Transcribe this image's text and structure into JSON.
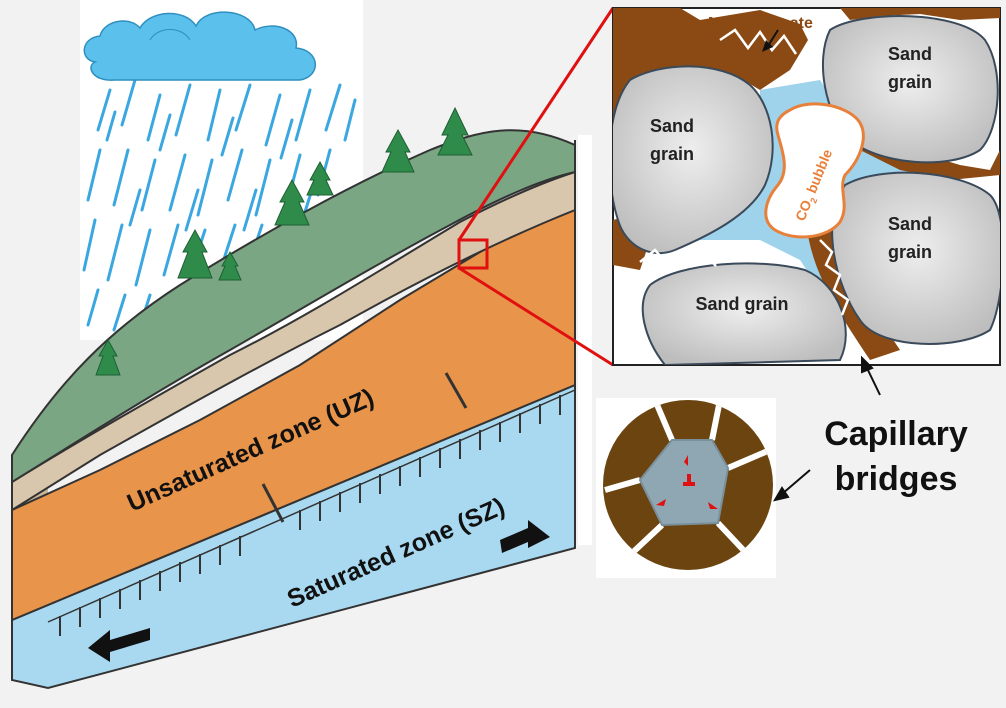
{
  "colors": {
    "background": "#f2f2f2",
    "rain": "#3ba7e0",
    "cloud": "#5bc0ec",
    "vegetation_layer": "#7aa684",
    "soil_layer": "#d8c7ad",
    "unsaturated_zone": "#e8944a",
    "saturated_zone": "#a9d9f0",
    "tree": "#2e8b4a",
    "mg_carbonate": "#8b4a14",
    "pore_water": "#9fd3ec",
    "sand_grain": "#d4d4d4",
    "co2_bubble_outline": "#e8803a",
    "highlight_box": "#e01010"
  },
  "labels": {
    "unsaturated_zone": "Unsaturated zone (UZ)",
    "saturated_zone": "Saturated zone (SZ)",
    "mg_carbonate": "Mg-carbonate",
    "sand_grain_1": "Sand",
    "sand_grain_1b": "grain",
    "sand_grain_2": "Sand",
    "sand_grain_2b": "grain",
    "sand_grain_3": "Sand",
    "sand_grain_3b": "grain",
    "sand_grain_4": "Sand grain",
    "co2_bubble_main": "CO",
    "co2_bubble_sub": "2",
    "co2_bubble_tail": " bubble",
    "capillary_line1": "Capillary",
    "capillary_line2": "bridges"
  }
}
